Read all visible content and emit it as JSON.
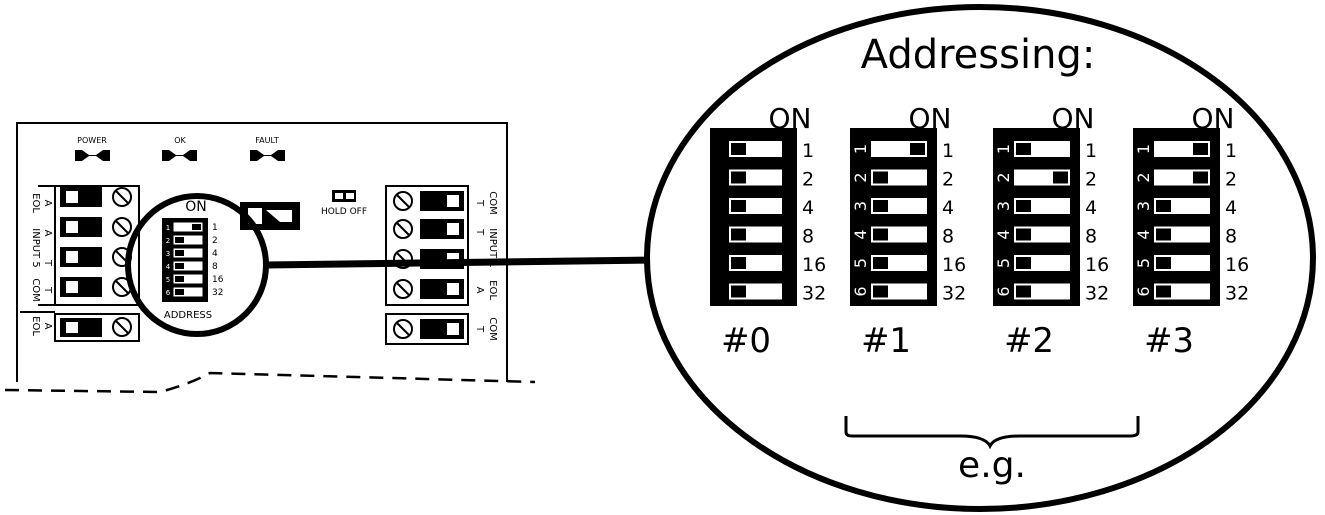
{
  "board": {
    "leds": [
      "POWER",
      "OK",
      "FAULT"
    ],
    "hold_off_label": "HOLD OFF",
    "left_terminal_labels": [
      "A",
      "EOL",
      "A",
      "INPUT 5",
      "T",
      "T",
      "COM"
    ],
    "left_bottom_labels": [
      "A",
      "EOL"
    ],
    "right_terminal_labels": [
      "T",
      "COM",
      "T",
      "INPUT 1",
      "A",
      "EOL"
    ],
    "right_bottom_labels": [
      "T",
      "COM"
    ],
    "dip": {
      "on_label": "ON",
      "numbers": [
        "1",
        "2",
        "3",
        "4",
        "5",
        "6"
      ],
      "values": [
        "1",
        "2",
        "4",
        "8",
        "16",
        "32"
      ],
      "address_label": "ADDRESS"
    }
  },
  "zoom": {
    "title": "Addressing:",
    "on_label": "ON",
    "values": [
      "1",
      "2",
      "4",
      "8",
      "16",
      "32"
    ],
    "numbers": [
      "1",
      "2",
      "3",
      "4",
      "5",
      "6"
    ],
    "examples": [
      {
        "label": "#0",
        "switches_on": [
          false,
          false,
          false,
          false,
          false,
          false
        ]
      },
      {
        "label": "#1",
        "switches_on": [
          true,
          false,
          false,
          false,
          false,
          false
        ]
      },
      {
        "label": "#2",
        "switches_on": [
          false,
          true,
          false,
          false,
          false,
          false
        ]
      },
      {
        "label": "#3",
        "switches_on": [
          true,
          true,
          false,
          false,
          false,
          false
        ]
      }
    ],
    "brace_label": "e.g."
  }
}
